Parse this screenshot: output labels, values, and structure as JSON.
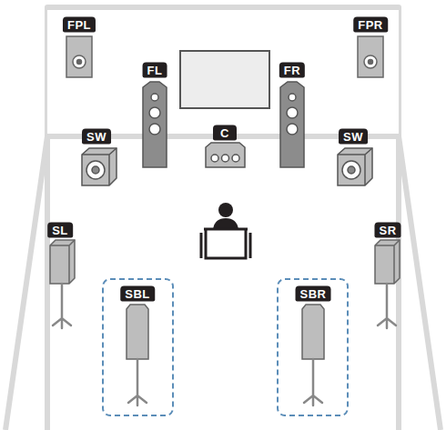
{
  "diagram": {
    "nodes": [
      {
        "text": [
          "FPL"
        ]
      },
      {
        "text": [
          "FPR"
        ]
      },
      {
        "text": [
          "FL"
        ]
      },
      {
        "text": [
          "FR"
        ]
      },
      {
        "text": [
          "SW"
        ]
      },
      {
        "text": [
          "C"
        ]
      },
      {
        "text": [
          "SW"
        ]
      },
      {
        "text": [
          "SL"
        ]
      },
      {
        "text": [
          "SR"
        ]
      },
      {
        "text": [
          "SBL"
        ]
      },
      {
        "text": [
          "SBR"
        ]
      }
    ]
  }
}
